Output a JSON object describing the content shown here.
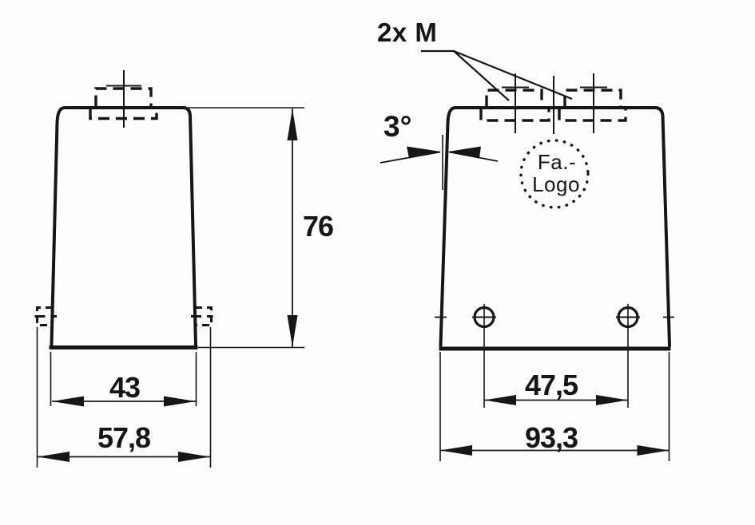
{
  "drawing": {
    "kind": "connector-hood-two-view-technical-drawing",
    "colors": {
      "ink": "#161616",
      "paper": "#fdfdfb"
    },
    "front_view": {
      "dim_height": "76",
      "dim_bottom_width": "43",
      "dim_overall_width": "57,8"
    },
    "side_view": {
      "gland_callout": "2x M",
      "draft_angle": "3°",
      "logo_line1": "Fa.-",
      "logo_line2": "Logo",
      "dim_hole_spacing": "47,5",
      "dim_overall_width": "93,3"
    }
  }
}
